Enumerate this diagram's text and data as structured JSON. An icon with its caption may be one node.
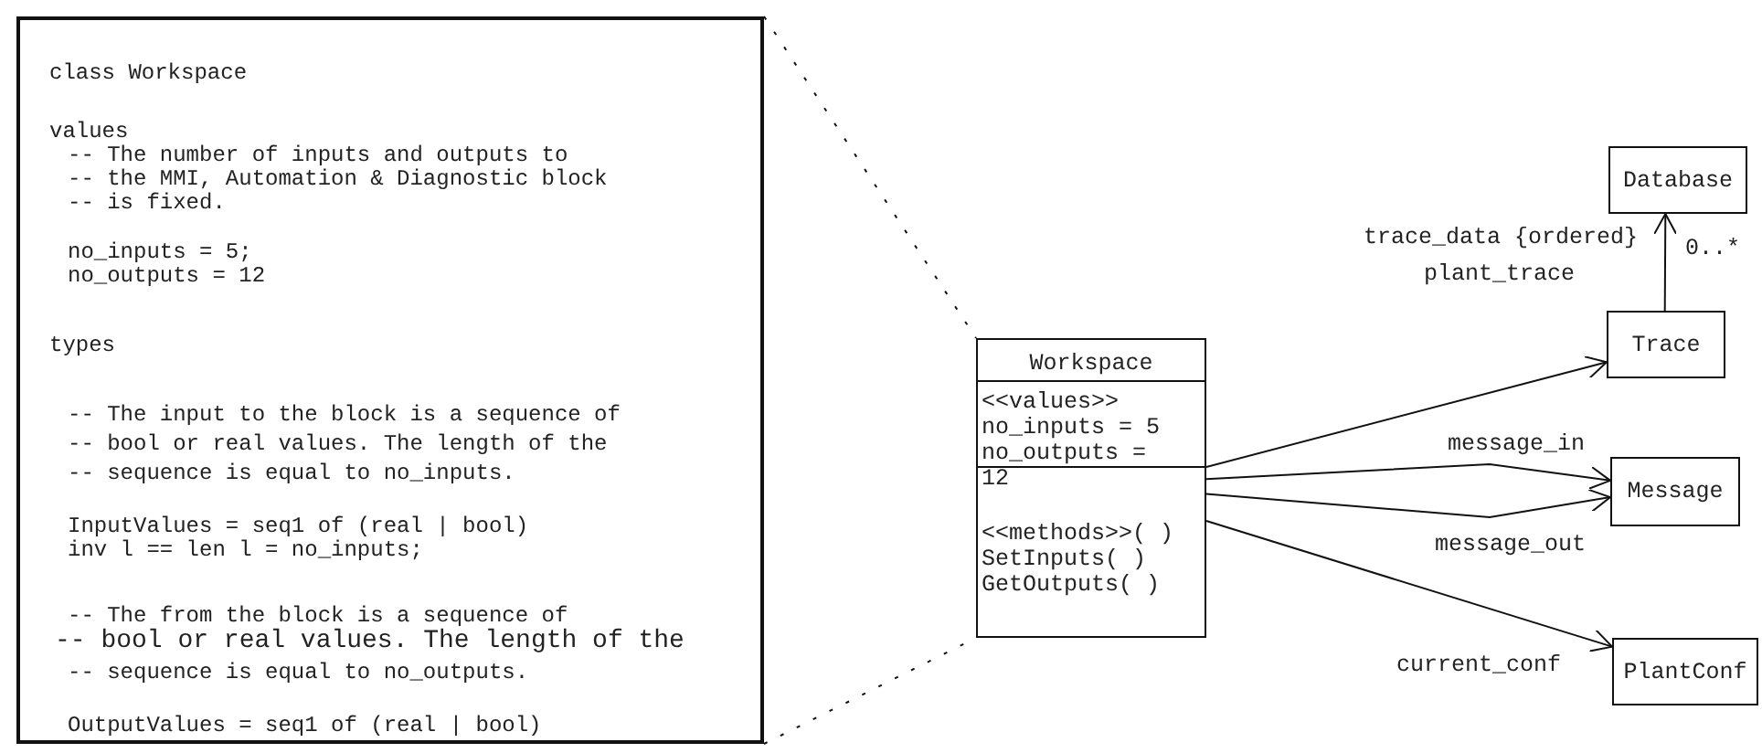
{
  "diagram": {
    "nodes": [
      {
        "text": [
          "class Workspace",
          "values",
          "-- The number of inputs and outputs to",
          "-- the MMI, Automation & Diagnostic block",
          "-- is fixed.",
          "no_inputs = 5;",
          "no_outputs = 12",
          "types",
          "-- The input to the block is a sequence of",
          "-- bool or real values. The length of the",
          "-- sequence is equal to no_inputs.",
          "InputValues = seq1 of (real | bool)",
          "inv l == len l = no_inputs;",
          "-- The from the block is a sequence of",
          "-- bool or real values. The length of the",
          "-- sequence is equal to no_outputs.",
          "OutputValues = seq1 of (real | bool)"
        ]
      },
      {
        "text": [
          "Workspace",
          "<<values>>",
          "no_inputs = 5",
          "no_outputs = 12",
          "<<methods>>( )",
          "SetInputs( )",
          "GetOutputs( )"
        ]
      },
      {
        "text": [
          "Database"
        ]
      },
      {
        "text": [
          "Trace"
        ]
      },
      {
        "text": [
          "Message"
        ]
      },
      {
        "text": [
          "PlantConf"
        ]
      }
    ],
    "edges": [
      {
        "from": 0,
        "to": 1,
        "arrow": "none",
        "style": "dashed"
      },
      {
        "from": 0,
        "to": 1,
        "arrow": "none",
        "style": "dashed"
      },
      {
        "from": 3,
        "to": 2,
        "arrow": "to",
        "label": "trace_data {ordered}"
      },
      {
        "from": 1,
        "to": 3,
        "arrow": "to",
        "label": "plant_trace"
      },
      {
        "from": 1,
        "to": 4,
        "arrow": "to",
        "label": "message_in"
      },
      {
        "from": 1,
        "to": 4,
        "arrow": "to",
        "label": "message_out"
      },
      {
        "from": 1,
        "to": 5,
        "arrow": "to",
        "label": "current_conf"
      }
    ],
    "labels": [
      "0..*"
    ]
  }
}
